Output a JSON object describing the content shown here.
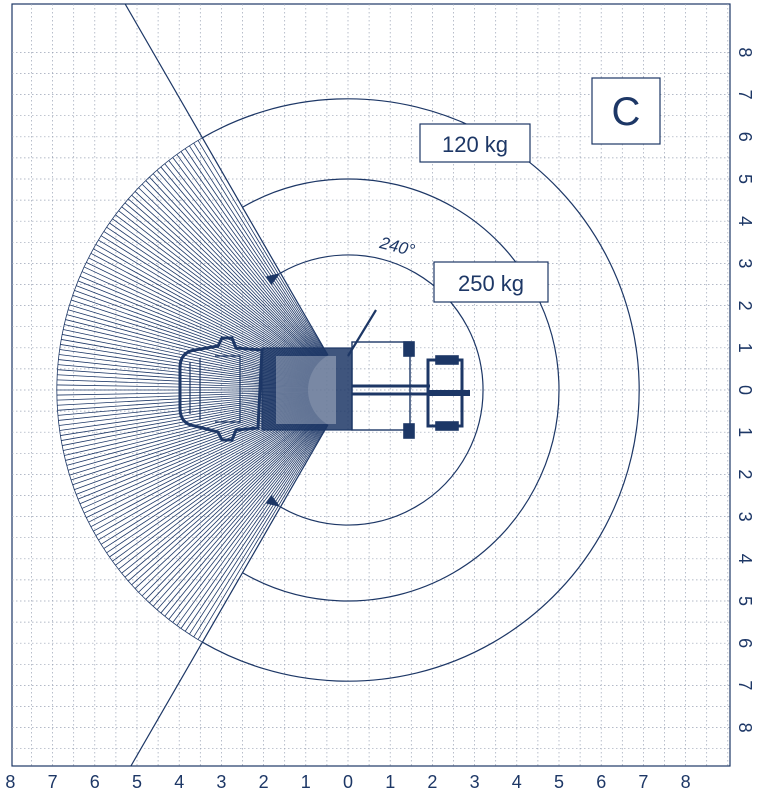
{
  "panel_label": "C",
  "capacity_labels": [
    {
      "text": "120 kg",
      "radius_m": 6.9
    },
    {
      "text": "250 kg",
      "radius_m": 5.0
    }
  ],
  "inner_arc_radius_m": 3.2,
  "slew_angle_label": "240°",
  "slew_angle_deg": 240,
  "x_axis_ticks": [
    "8",
    "7",
    "6",
    "5",
    "4",
    "3",
    "2",
    "1",
    "0",
    "1",
    "2",
    "3",
    "4",
    "5",
    "6",
    "7",
    "8"
  ],
  "y_axis_ticks": [
    "8",
    "7",
    "6",
    "5",
    "4",
    "3",
    "2",
    "1",
    "0",
    "1",
    "2",
    "3",
    "4",
    "5",
    "6",
    "7",
    "8"
  ],
  "grid": true,
  "colors": {
    "ink": "#1d3766",
    "grid": "#9aa3b5",
    "background": "#ffffff"
  }
}
